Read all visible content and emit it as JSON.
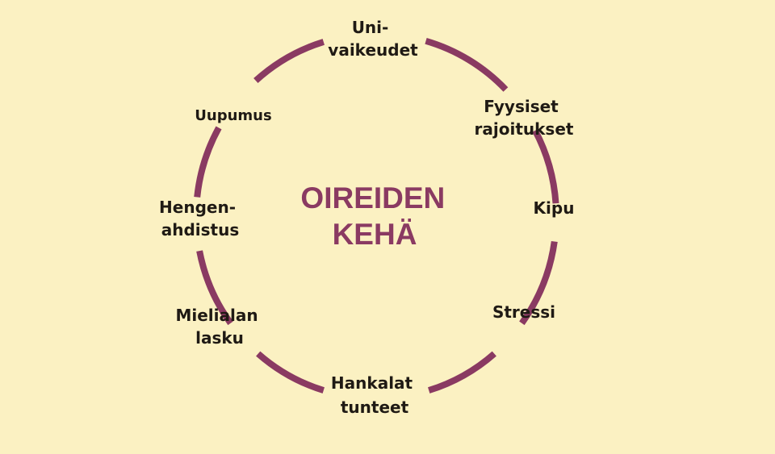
{
  "diagram": {
    "center_title": [
      "OIREIDEN",
      "KEHÄ"
    ],
    "nodes": [
      {
        "id": "uni",
        "lines": [
          "Uni-",
          "vaikeudet"
        ]
      },
      {
        "id": "fyysiset",
        "lines": [
          "Fyysiset",
          "rajoitukset"
        ]
      },
      {
        "id": "kipu",
        "lines": [
          "Kipu"
        ]
      },
      {
        "id": "stressi",
        "lines": [
          "Stressi"
        ]
      },
      {
        "id": "hankalat",
        "lines": [
          "Hankalat",
          "tunteet"
        ]
      },
      {
        "id": "mieliala",
        "lines": [
          "Mielialan",
          "lasku"
        ]
      },
      {
        "id": "hengen",
        "lines": [
          "Hengen-",
          "ahdistus"
        ]
      },
      {
        "id": "uupumus",
        "lines": [
          "Uupumus"
        ]
      }
    ],
    "colors": {
      "background": "#fbf1c2",
      "ring": "#8a3a62",
      "label": "#1f1a14",
      "title": "#8a3a62"
    }
  }
}
